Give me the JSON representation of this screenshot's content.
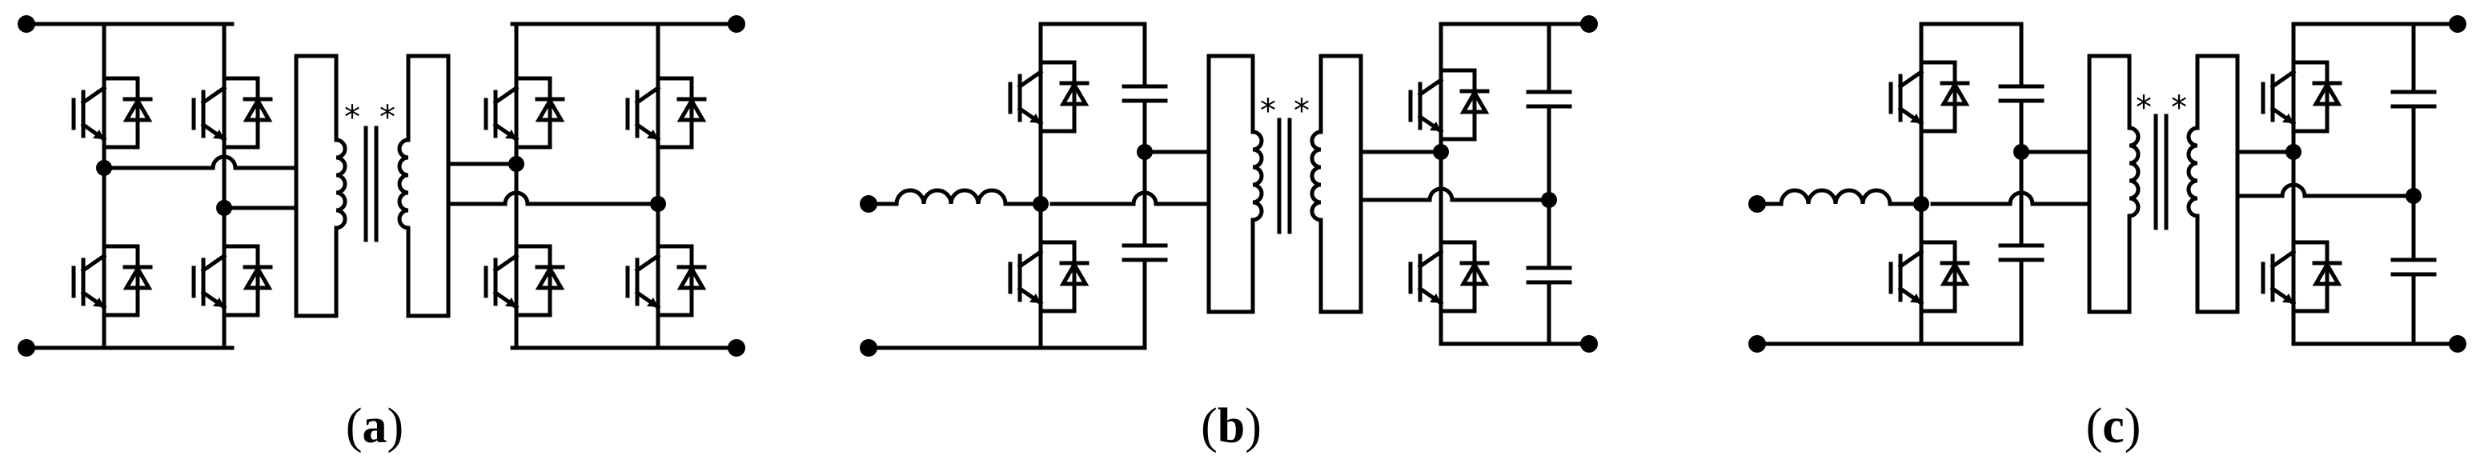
{
  "figure": {
    "panels": [
      {
        "id": "a",
        "open": "(",
        "letter": "a",
        "close": ")"
      },
      {
        "id": "b",
        "open": "(",
        "letter": "b",
        "close": ")"
      },
      {
        "id": "c",
        "open": "(",
        "letter": "c",
        "close": ")"
      }
    ],
    "dot_mark": "*"
  }
}
